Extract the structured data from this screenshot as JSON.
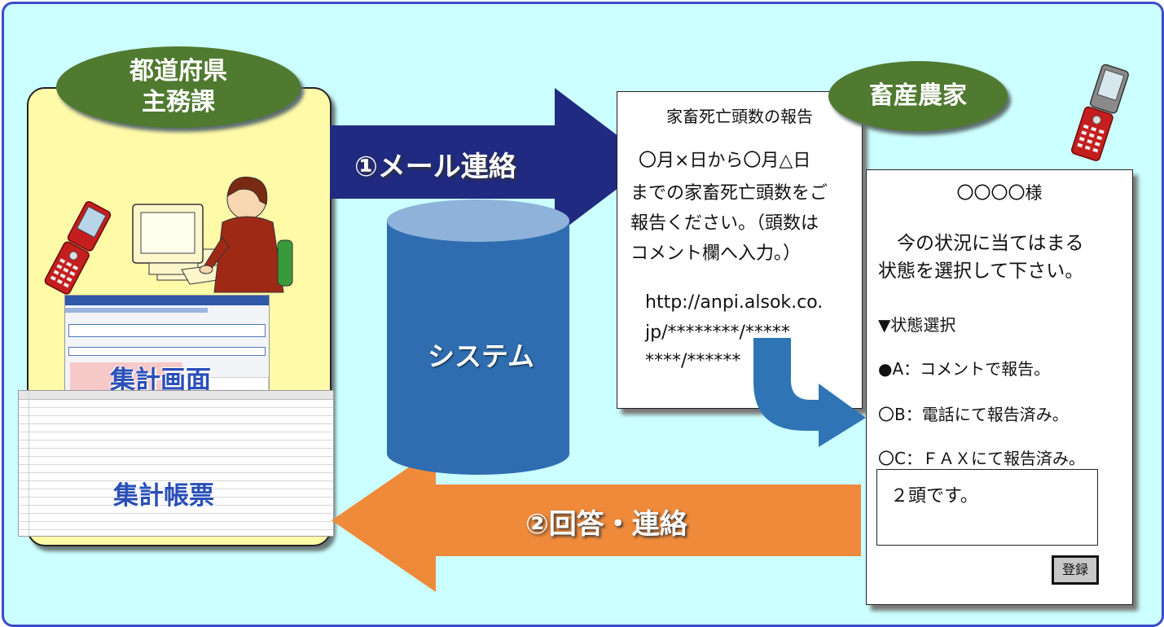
{
  "colors": {
    "background": "#ccffff",
    "frame_border": "#3b4bc8",
    "panel": "#fffaa8",
    "oval": "#4f7a30",
    "arrow_mail": "#1f2a80",
    "arrow_reply": "#ef8a3a",
    "database": "#2f6db0",
    "curve_arrow": "#2f75b5"
  },
  "left_panel": {
    "oval_line1": "都道府県",
    "oval_line2": "主務課",
    "screen_label": "集計画面",
    "report_label": "集計帳票"
  },
  "arrows": {
    "mail": "①メール連絡",
    "reply": "②回答・連絡"
  },
  "system": {
    "label": "システム"
  },
  "farmer": {
    "oval": "畜産農家"
  },
  "email_doc": {
    "title": "家畜死亡頭数の報告",
    "line1": "〇月×日から〇月△日",
    "line2": "までの家畜死亡頭数をご",
    "line3": "報告ください。（頭数は",
    "line4": "コメント欄へ入力。）",
    "url1": "http://anpi.alsok.co.",
    "url2": "jp/********/*****",
    "url3": "****/******"
  },
  "response_doc": {
    "greeting": "〇〇〇〇様",
    "prompt1": "　今の状況に当てはまる",
    "prompt2": "状態を選択して下さい。",
    "select_heading": "▼状態選択",
    "option_a": "●A：コメントで報告。",
    "option_b": "〇B：電話にて報告済み。",
    "option_c": "〇C：ＦＡＸにて報告済み。",
    "comment": "２頭です。",
    "register_button": "登録"
  },
  "icons": {
    "left_phone": "flip-phone-icon",
    "right_phone": "flip-phone-icon",
    "worker": "office-worker-computer-icon"
  }
}
